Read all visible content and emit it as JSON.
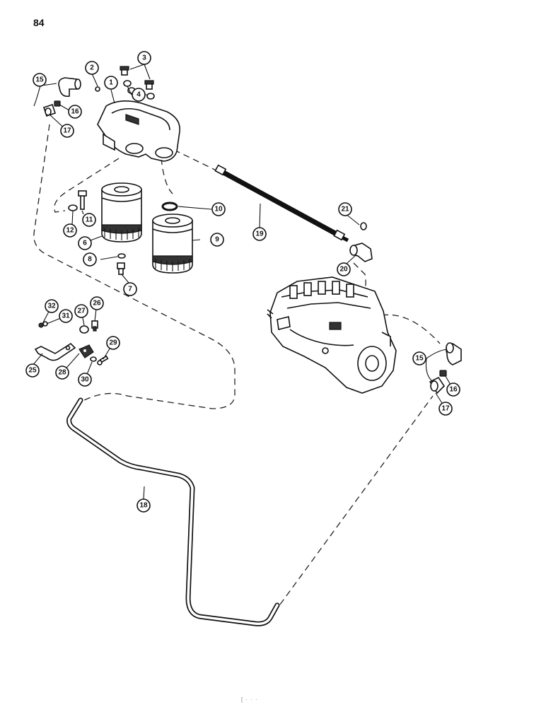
{
  "page": {
    "number": "84",
    "footer_mark": "[ · · ·"
  },
  "callouts": {
    "c1": "1",
    "c2": "2",
    "c3": "3",
    "c4": "4",
    "c6": "6",
    "c7": "7",
    "c8": "8",
    "c9": "9",
    "c10": "10",
    "c11": "11",
    "c12": "12",
    "c15a": "15",
    "c15b": "15",
    "c16a": "16",
    "c16b": "16",
    "c17a": "17",
    "c17b": "17",
    "c18": "18",
    "c19": "19",
    "c20": "20",
    "c21": "21",
    "c25": "25",
    "c26": "26",
    "c27": "27",
    "c28": "28",
    "c29": "29",
    "c30": "30",
    "c31": "31",
    "c32": "32"
  },
  "parts": {
    "filter_base": "filter-base",
    "filter_left": "fuel-filter",
    "filter_right": "fuel-filter",
    "fuel_line": "fuel-line",
    "return_tube": "return-tube",
    "injection_pump": "injection-pump",
    "clamp": "clamp-bracket"
  }
}
